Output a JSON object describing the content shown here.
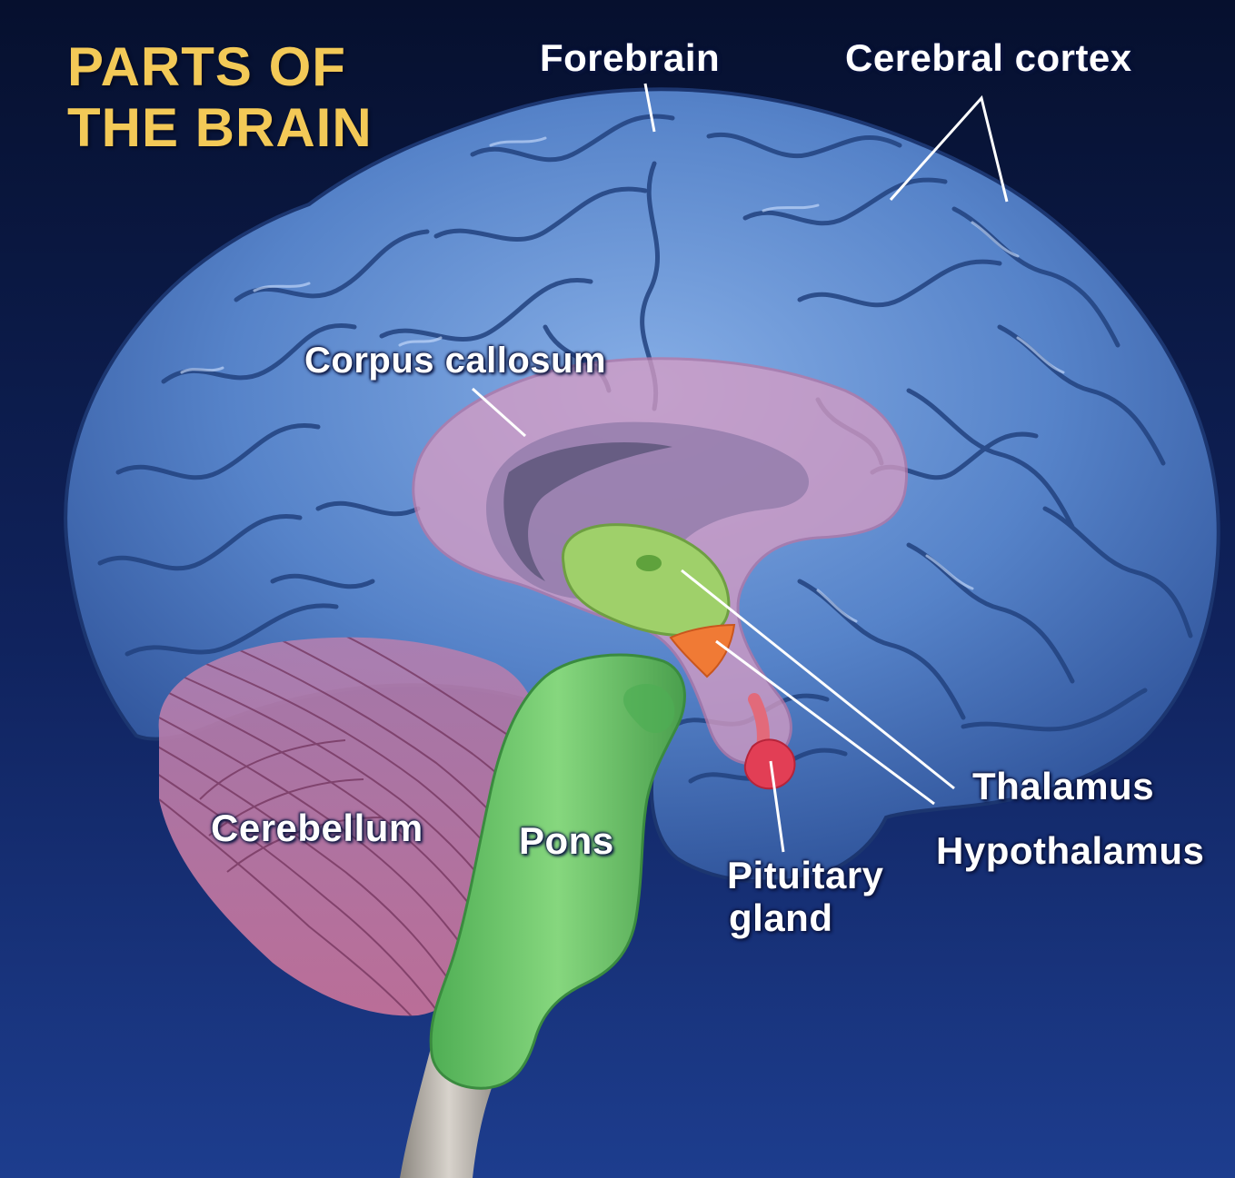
{
  "title": {
    "line1": "PARTS OF",
    "line2": "THE BRAIN"
  },
  "labels": {
    "forebrain": "Forebrain",
    "cerebral_cortex": "Cerebral cortex",
    "corpus_callosum": "Corpus callosum",
    "thalamus": "Thalamus",
    "hypothalamus": "Hypothalamus",
    "pituitary_line1": "Pituitary",
    "pituitary_line2": "gland",
    "cerebellum": "Cerebellum",
    "pons": "Pons"
  },
  "colors": {
    "background_top": "#06102e",
    "background_bottom": "#1d3d8e",
    "title": "#f3c957",
    "cortex": "#4f7ec8",
    "corpus_callosum": "#d59cc4",
    "thalamus": "#9fd06a",
    "hypothalamus": "#f07a35",
    "pituitary": "#e23e55",
    "cerebellum": "#c77a9e",
    "pons": "#6cc46a",
    "spinal_cord": "#b9b4ad",
    "label_text": "#ffffff"
  }
}
